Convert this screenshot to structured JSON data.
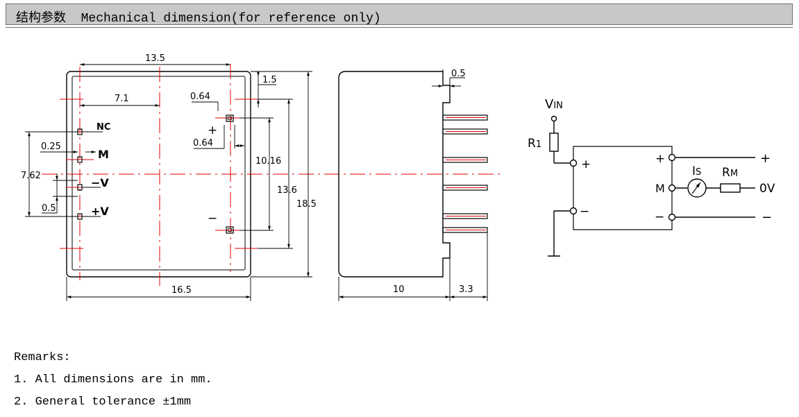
{
  "header": {
    "title": "结构参数  Mechanical dimension(for reference only)"
  },
  "dimensions": {
    "top_width": "13.5",
    "pin_offset": "7.1",
    "pin_pad": "1.5",
    "pad_a": "0.64",
    "pad_b": "0.64",
    "pin_gap": "0.25",
    "pitch": "7.62",
    "pin_gap2": "0.5",
    "inner_span": "10.16",
    "body_height": "13.6",
    "total_height": "18.5",
    "total_width": "16.5",
    "side_top": "0.5",
    "side_depth": "10",
    "pin_length": "3.3"
  },
  "pins": {
    "nc": "NC",
    "m": "M",
    "minus_v": "−V",
    "plus_v": "+V",
    "out_plus": "+",
    "out_minus": "−"
  },
  "schematic": {
    "vin_main": "V",
    "vin_sub": "IN",
    "r1_main": "R",
    "r1_sub": "1",
    "in_plus": "+",
    "in_minus": "−",
    "out_plus": "+",
    "out_m": "M",
    "out_minus": "−",
    "is_main": "I",
    "is_sub": "S",
    "rm_main": "R",
    "rm_sub": "M",
    "term_plus": "+",
    "term_0v": "0V",
    "term_minus": "−"
  },
  "remarks": {
    "title": "Remarks:",
    "line1": "1. All dimensions are in mm.",
    "line2": "2. General tolerance ±1mm"
  }
}
